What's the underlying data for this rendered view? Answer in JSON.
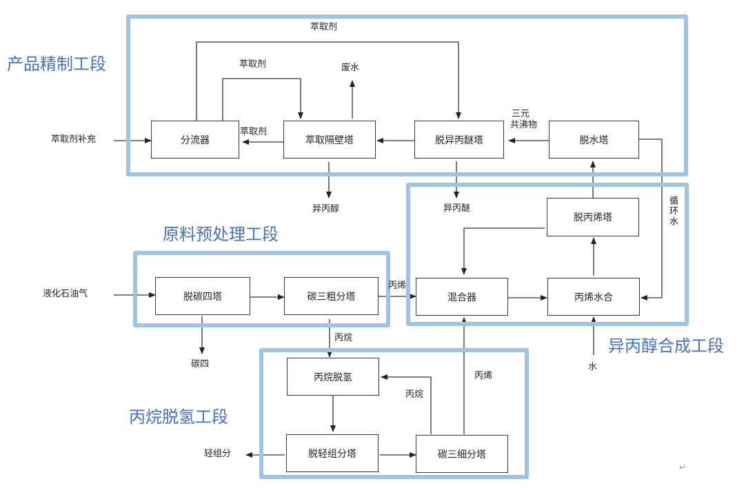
{
  "sections": {
    "refining": "产品精制工段",
    "pretreatment": "原料预处理工段",
    "synthesis": "异丙醇合成工段",
    "dehydrogenation": "丙烷脱氢工段"
  },
  "units": {
    "splitter": "分流器",
    "extractive_dividing_wall_column": "萃取隔壁塔",
    "diisopropyl_ether_column": "脱异丙醚塔",
    "dehydration_column": "脱水塔",
    "depropylene_column": "脱丙烯塔",
    "mixer": "混合器",
    "propylene_hydration": "丙烯水合",
    "debutanizer": "脱碳四塔",
    "c3_rough_splitter": "碳三粗分塔",
    "propane_dehydrogenation": "丙烷脱氢",
    "light_ends_column": "脱轻组分塔",
    "c3_fine_splitter": "碳三细分塔"
  },
  "streams": {
    "extractant_top": "萃取剂",
    "extractant_inner": "萃取剂",
    "extractant_back": "萃取剂",
    "extractant_makeup": "萃取剂补充",
    "waste_water": "废水",
    "ternary_azeotrope_1": "三元",
    "ternary_azeotrope_2": "共沸物",
    "isopropanol": "异丙醇",
    "diisopropyl_ether": "异丙醚",
    "circulating_water": "循环水",
    "lpg": "液化石油气",
    "propylene_to_mixer": "丙烯",
    "c4": "碳四",
    "propane_down": "丙烷",
    "water": "水",
    "propylene_up": "丙烯",
    "propane_recycle": "丙烷",
    "light_ends": "轻组分"
  },
  "corner_mark": "↵"
}
